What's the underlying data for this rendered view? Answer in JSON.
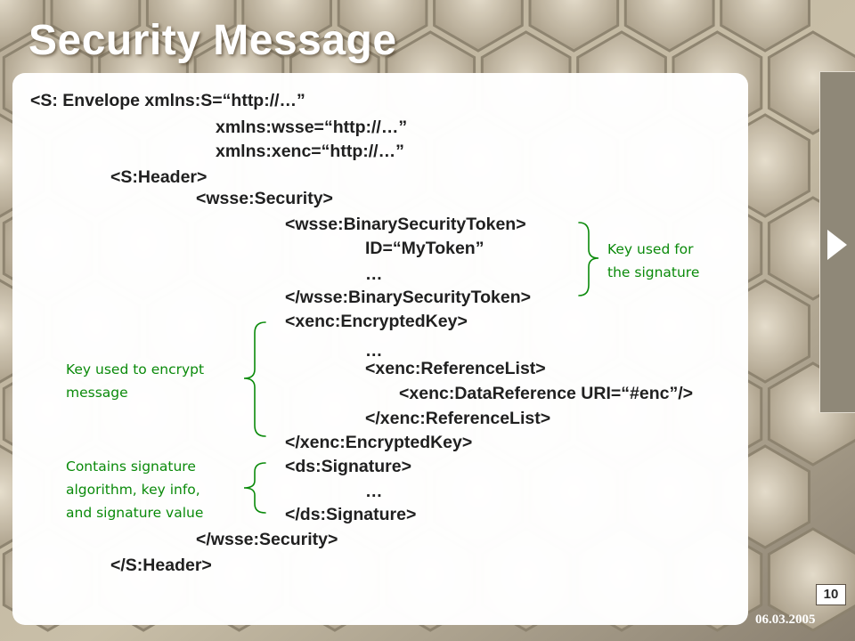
{
  "slide": {
    "title": "Security Message",
    "slide_number": "10",
    "date": "06.03.2005"
  },
  "code_lines": [
    "<S: Envelope xmlns:S=“http://…”",
    "xmlns:wsse=“http://…”",
    "xmlns:xenc=“http://…”",
    "<S:Header>",
    "<wsse:Security>",
    "<wsse:BinarySecurityToken>",
    "ID=“MyToken”",
    "…",
    "</wsse:BinarySecurityToken>",
    "<xenc:EncryptedKey>",
    "…",
    "<xenc:ReferenceList>",
    "<xenc:DataReference URI=“#enc”/>",
    "</xenc:ReferenceList>",
    "</xenc:EncryptedKey>",
    "<ds:Signature>",
    "…",
    "</ds:Signature>",
    "</wsse:Security>",
    "</S:Header>"
  ],
  "annotations": {
    "signature_key": [
      "Key used for",
      "the signature"
    ],
    "encrypt_key": [
      "Key used to encrypt",
      "message"
    ],
    "signature_info": [
      "Contains signature",
      "algorithm, key info,",
      "and signature value"
    ]
  },
  "colors": {
    "annotation": "#0a8a0a",
    "code": "#202020",
    "panel": "#ffffff",
    "background": "#a89e8e"
  },
  "icons": {
    "next": "next-slide-arrow-icon",
    "brackets": "curly-brace-icon"
  }
}
